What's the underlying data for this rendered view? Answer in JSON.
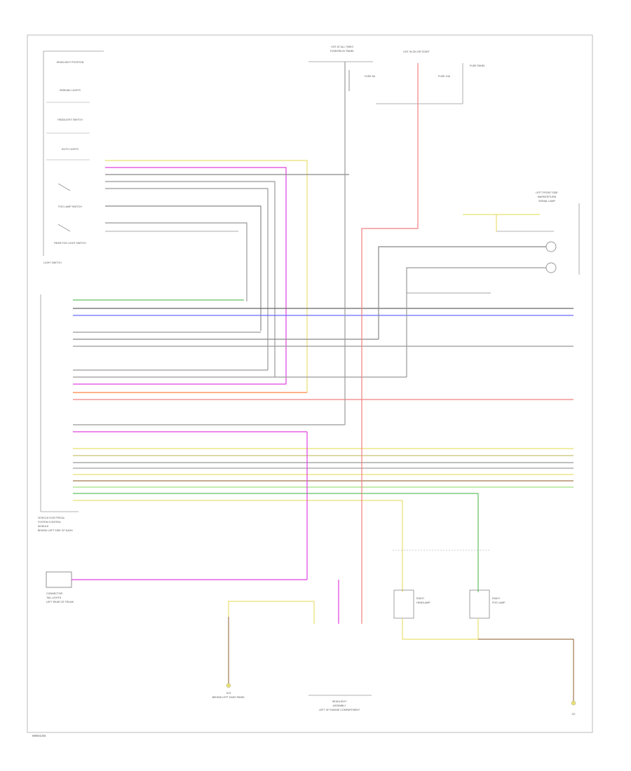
{
  "page_id": "W0001234",
  "components": {
    "light_switch": {
      "name": "LIGHT SWITCH",
      "positions": [
        "HEADLIGHT POSITION",
        "PARKING LIGHTS",
        "HEADLIGHT SWITCH",
        "AUTO LIGHTS",
        "FOG LAMP SWITCH",
        "REAR FOG LIGHT SWITCH"
      ]
    },
    "fuse_top_a": [
      "HOT AT ALL TIMES",
      "FUSE/RELAY PANEL",
      "FUSE 5A"
    ],
    "fuse_top_b": [
      "HOT IN ON OR START",
      "FUSE 10A",
      "FUSE PANEL"
    ],
    "left_front_lamp": [
      "LEFT FRONT SIDE",
      "MARKER/TURN",
      "SIGNAL LAMP"
    ],
    "vehicle_electrical_system_module": [
      "VEHICLE ELECTRICAL",
      "SYSTEM CONTROL",
      "MODULE",
      "BEHIND LEFT SIDE OF DASH"
    ],
    "connector": [
      "CONNECTOR",
      "TAIL LIGHTS",
      "LEFT REAR OF TRUNK"
    ],
    "ground_left": [
      "G13",
      "BEHIND LEFT DASH PANEL"
    ],
    "headlight_assembly": [
      "HEADLIGHT",
      "ASSEMBLY",
      "LEFT OF ENGINE COMPARTMENT"
    ],
    "right_lamp_a": [
      "RIGHT",
      "HEADLAMP"
    ],
    "right_lamp_b": [
      "RIGHT",
      "FOG LAMP"
    ],
    "ground_right": "G2"
  },
  "wire_colors": {
    "red": "#f08080",
    "magenta": "#e040e0",
    "blue": "#6a6aff",
    "orange": "#ff8040",
    "green": "#60c060",
    "yellow": "#e8e070",
    "grey": "#999999",
    "brown": "#a07850",
    "black": "#333333",
    "lightgreen": "#a0e080",
    "khaki": "#c8c070"
  }
}
